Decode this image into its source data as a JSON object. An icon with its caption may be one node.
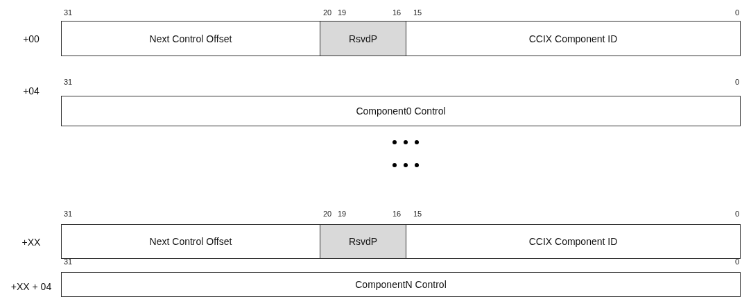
{
  "diagram": {
    "nodes": [
      {
        "text": [
          "Next Control Offset"
        ]
      },
      {
        "text": [
          "RsvdP"
        ]
      },
      {
        "text": [
          "CCIX Component ID"
        ]
      },
      {
        "text": [
          "Component0 Control"
        ]
      },
      {
        "text": [
          "Next Control Offset"
        ]
      },
      {
        "text": [
          "RsvdP"
        ]
      },
      {
        "text": [
          "CCIX Component ID"
        ]
      },
      {
        "text": [
          "ComponentN Control"
        ]
      }
    ],
    "edges": [],
    "labels": [
      "31",
      "20",
      "19",
      "16",
      "15",
      "0",
      "+00",
      "31",
      "0",
      "+04",
      "31",
      "20",
      "19",
      "16",
      "15",
      "0",
      "+XX",
      "31",
      "0",
      "+XX + 04"
    ]
  }
}
